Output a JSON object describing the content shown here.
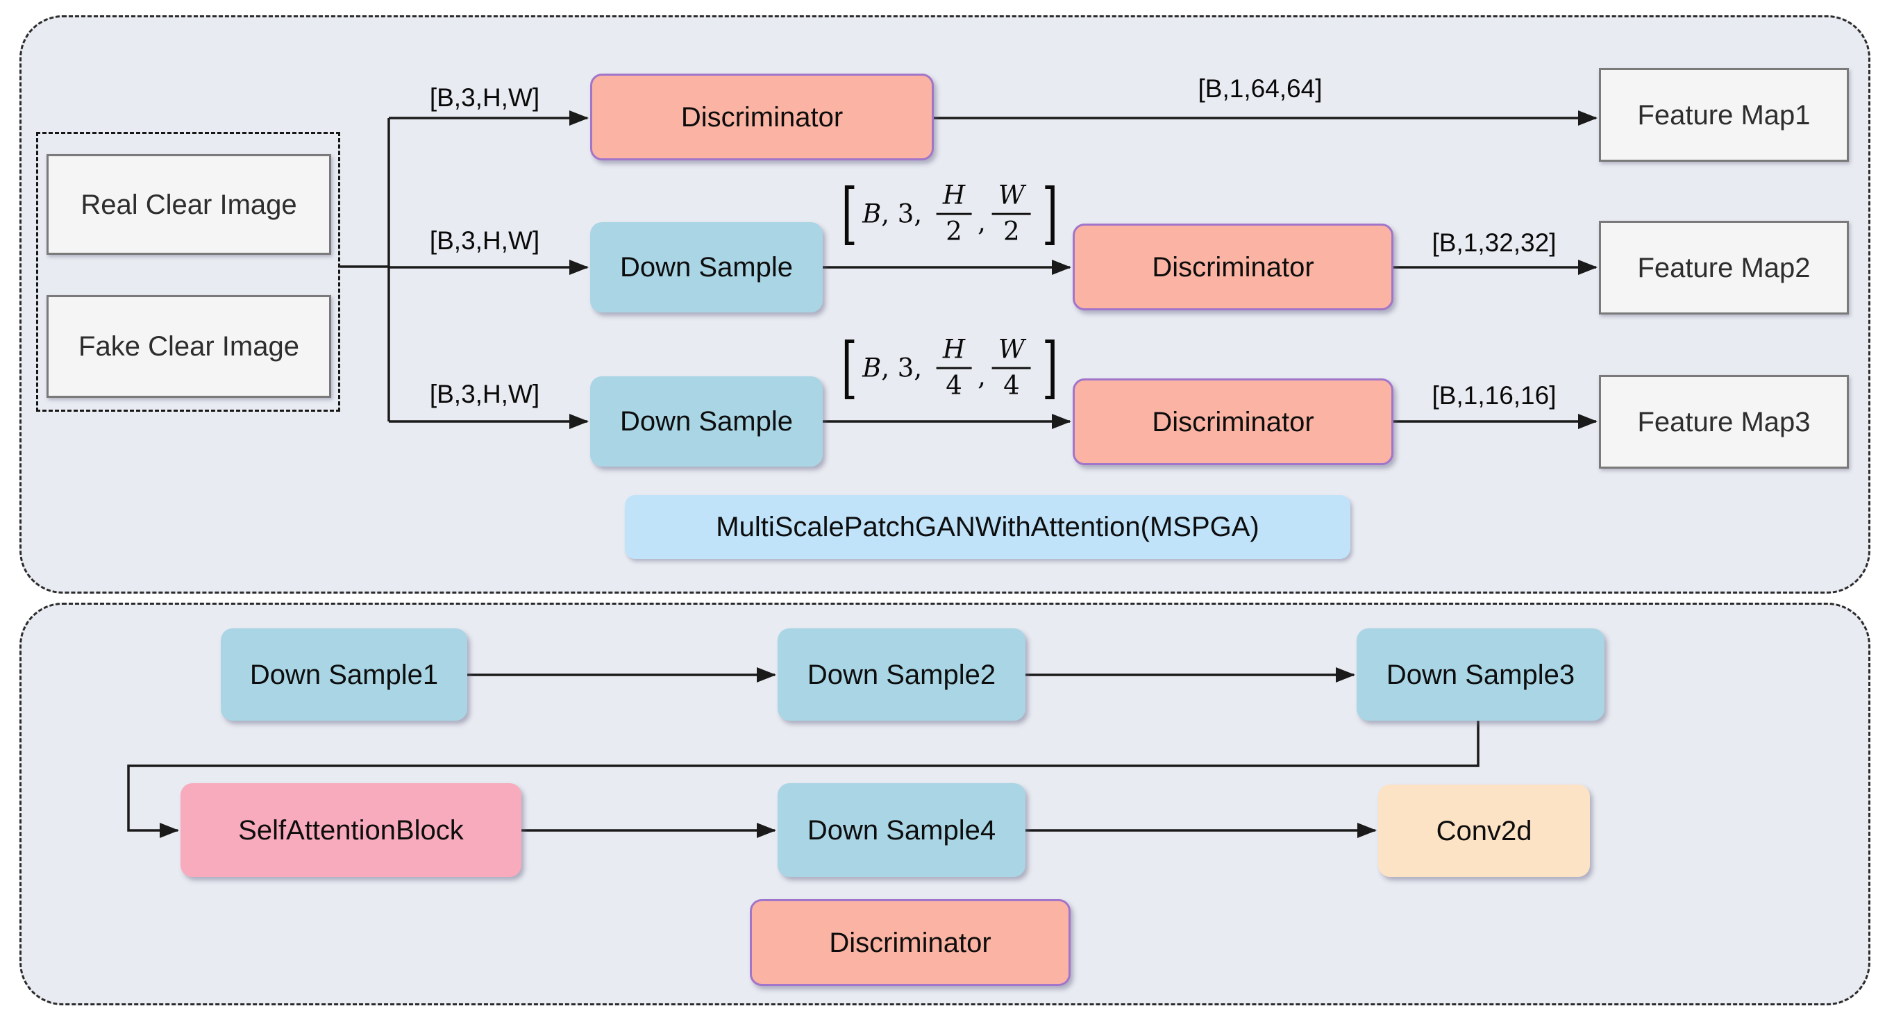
{
  "top_panel": {
    "inputs": [
      {
        "label": "Real Clear Image"
      },
      {
        "label": "Fake Clear Image"
      }
    ],
    "rows": [
      {
        "in_label": "[B,3,H,W]",
        "discriminator_label": "Discriminator",
        "out_label": "[B,1,64,64]",
        "feature_map_label": "Feature Map1"
      },
      {
        "in_label": "[B,3,H,W]",
        "down_sample_label": "Down Sample",
        "shape": {
          "open": "[",
          "b": "B",
          "mid": ", 3, ",
          "f1n": "H",
          "f1d": "2",
          "comma": ",",
          "f2n": "W",
          "f2d": "2",
          "close": "]"
        },
        "discriminator_label": "Discriminator",
        "out_label": "[B,1,32,32]",
        "feature_map_label": "Feature Map2"
      },
      {
        "in_label": "[B,3,H,W]",
        "down_sample_label": "Down Sample",
        "shape": {
          "open": "[",
          "b": "B",
          "mid": ", 3, ",
          "f1n": "H",
          "f1d": "4",
          "comma": ",",
          "f2n": "W",
          "f2d": "4",
          "close": "]"
        },
        "discriminator_label": "Discriminator",
        "out_label": "[B,1,16,16]",
        "feature_map_label": "Feature Map3"
      }
    ],
    "caption": "MultiScalePatchGANWithAttention(MSPGA)"
  },
  "bottom_panel": {
    "down_sample1": "Down Sample1",
    "down_sample2": "Down Sample2",
    "down_sample3": "Down Sample3",
    "self_attention": "SelfAttentionBlock",
    "down_sample4": "Down Sample4",
    "conv2d": "Conv2d",
    "discriminator": "Discriminator"
  },
  "colors": {
    "panel_bg": "#e9ebf2",
    "discriminator_fill": "#fbb4a4",
    "discriminator_border": "#a175c9",
    "down_sample_fill": "#a9d5e5",
    "attention_fill": "#f8abbd",
    "conv_fill": "#fde3c5",
    "caption_fill": "#c0e3fa",
    "io_box_fill": "#f5f5f6",
    "io_box_border": "#7a7a7a",
    "line_color": "#1a1a1a"
  }
}
